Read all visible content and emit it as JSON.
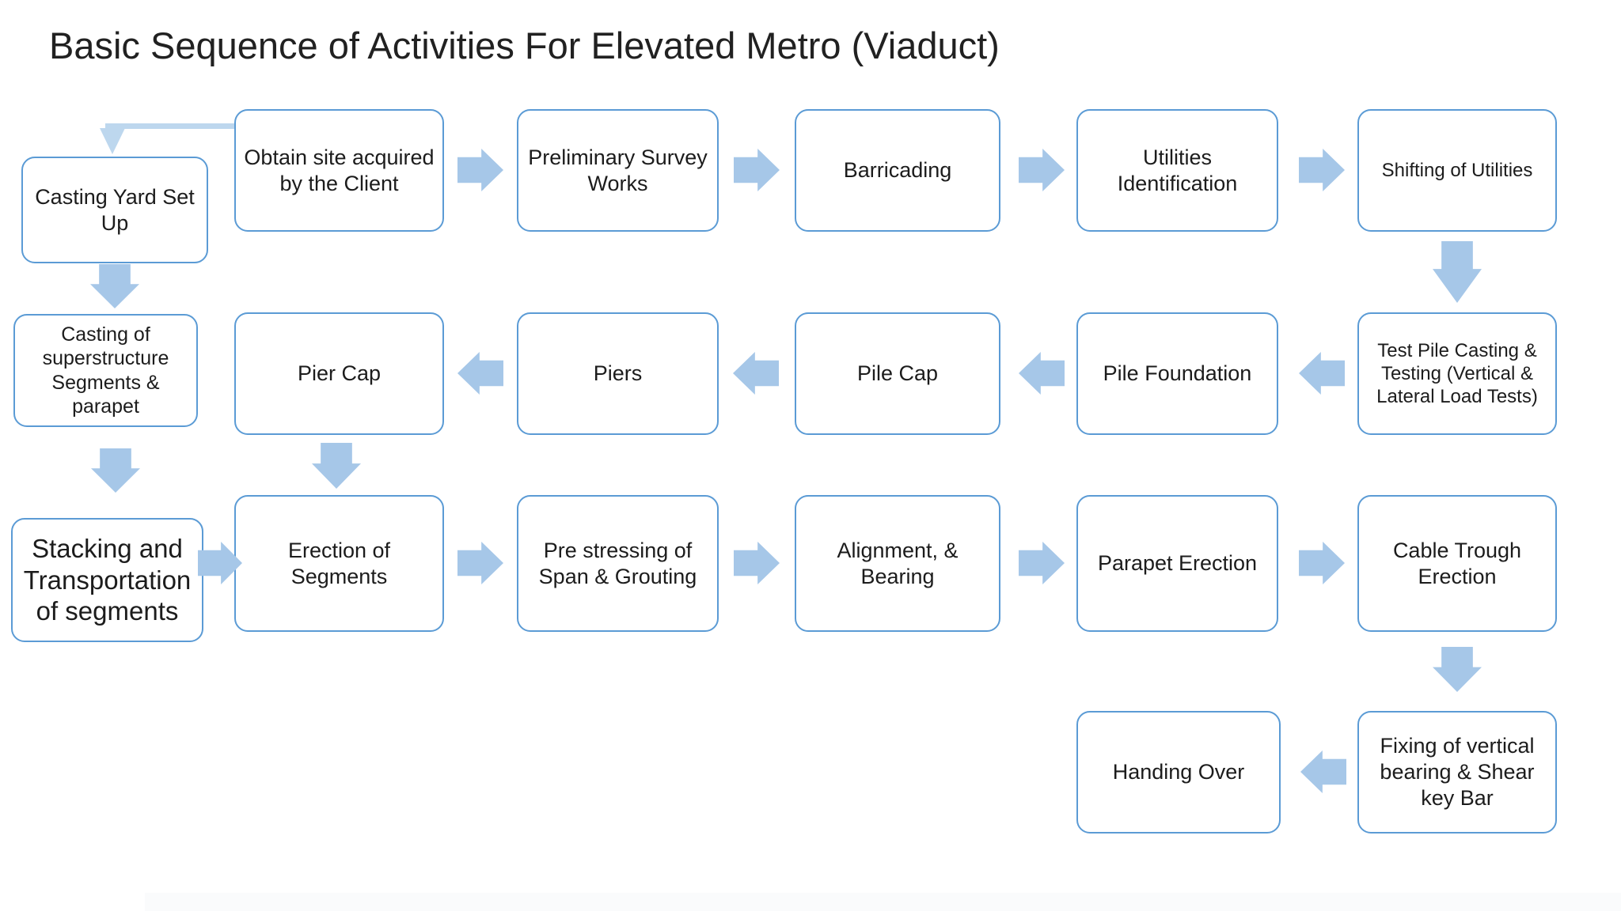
{
  "title": "Basic Sequence of Activities For Elevated Metro (Viaduct)",
  "colors": {
    "box_border": "#5B9BD5",
    "box_fill": "#FFFFFF",
    "arrow_fill": "#A6C7E8",
    "connector_fill": "#BDD7EE",
    "text": "#1C1C1C",
    "title_text": "#212121",
    "page_bg": "#FFFFFF",
    "edge_band": "#FAFBFC"
  },
  "nodes": {
    "casting_yard": {
      "label": "Casting Yard Set Up"
    },
    "obtain_site": {
      "label": "Obtain site acquired by the Client"
    },
    "preliminary_survey": {
      "label": "Preliminary Survey Works"
    },
    "barricading": {
      "label": "Barricading"
    },
    "utilities_identification": {
      "label": "Utilities Identification"
    },
    "shifting_of_utilities": {
      "label": "Shifting of Utilities"
    },
    "test_pile": {
      "label": "Test Pile Casting & Testing (Vertical & Lateral Load Tests)"
    },
    "pile_foundation": {
      "label": "Pile Foundation"
    },
    "pile_cap": {
      "label": "Pile Cap"
    },
    "piers": {
      "label": "Piers"
    },
    "pier_cap": {
      "label": "Pier Cap"
    },
    "casting_superstructure": {
      "label": "Casting of superstructure Segments & parapet"
    },
    "stacking": {
      "label": "Stacking and Transportation of segments"
    },
    "erection": {
      "label": "Erection of Segments"
    },
    "pre_stressing": {
      "label": "Pre stressing of Span & Grouting"
    },
    "alignment": {
      "label": "Alignment, & Bearing"
    },
    "parapet_erection": {
      "label": "Parapet Erection"
    },
    "cable_trough": {
      "label": "Cable Trough Erection"
    },
    "fixing_vertical": {
      "label": "Fixing of vertical bearing & Shear key Bar"
    },
    "handing_over": {
      "label": "Handing Over"
    }
  },
  "connections": [
    {
      "from": "obtain_site",
      "to": "casting_yard",
      "direction": "elbow-left-down"
    },
    {
      "from": "obtain_site",
      "to": "preliminary_survey",
      "direction": "right"
    },
    {
      "from": "preliminary_survey",
      "to": "barricading",
      "direction": "right"
    },
    {
      "from": "barricading",
      "to": "utilities_identification",
      "direction": "right"
    },
    {
      "from": "utilities_identification",
      "to": "shifting_of_utilities",
      "direction": "right"
    },
    {
      "from": "shifting_of_utilities",
      "to": "test_pile",
      "direction": "down"
    },
    {
      "from": "test_pile",
      "to": "pile_foundation",
      "direction": "left"
    },
    {
      "from": "pile_foundation",
      "to": "pile_cap",
      "direction": "left"
    },
    {
      "from": "pile_cap",
      "to": "piers",
      "direction": "left"
    },
    {
      "from": "piers",
      "to": "pier_cap",
      "direction": "left"
    },
    {
      "from": "casting_yard",
      "to": "casting_superstructure",
      "direction": "down"
    },
    {
      "from": "casting_superstructure",
      "to": "stacking",
      "direction": "down"
    },
    {
      "from": "pier_cap",
      "to": "erection",
      "direction": "down"
    },
    {
      "from": "stacking",
      "to": "erection",
      "direction": "right"
    },
    {
      "from": "erection",
      "to": "pre_stressing",
      "direction": "right"
    },
    {
      "from": "pre_stressing",
      "to": "alignment",
      "direction": "right"
    },
    {
      "from": "alignment",
      "to": "parapet_erection",
      "direction": "right"
    },
    {
      "from": "parapet_erection",
      "to": "cable_trough",
      "direction": "right"
    },
    {
      "from": "cable_trough",
      "to": "fixing_vertical",
      "direction": "down"
    },
    {
      "from": "fixing_vertical",
      "to": "handing_over",
      "direction": "left"
    }
  ]
}
